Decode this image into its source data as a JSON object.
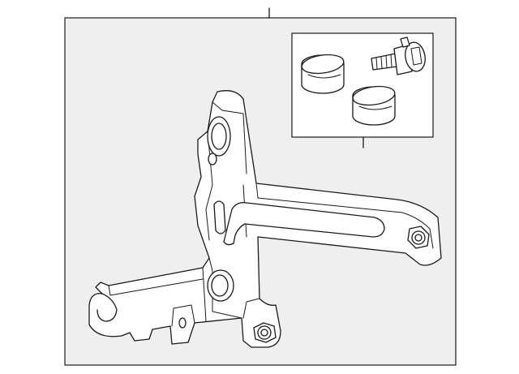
{
  "diagram": {
    "colors": {
      "background": "#ffffff",
      "frame_fill": "#efefef",
      "line": "#1a1a1a"
    },
    "parts": [
      "frame",
      "detail-inset",
      "callout-leader-main",
      "callout-leader-inset",
      "cap-sleeve-left",
      "cap-sleeve-right",
      "stud-bolt",
      "bracket",
      "hex-nut-right",
      "hex-nut-bottom"
    ]
  }
}
